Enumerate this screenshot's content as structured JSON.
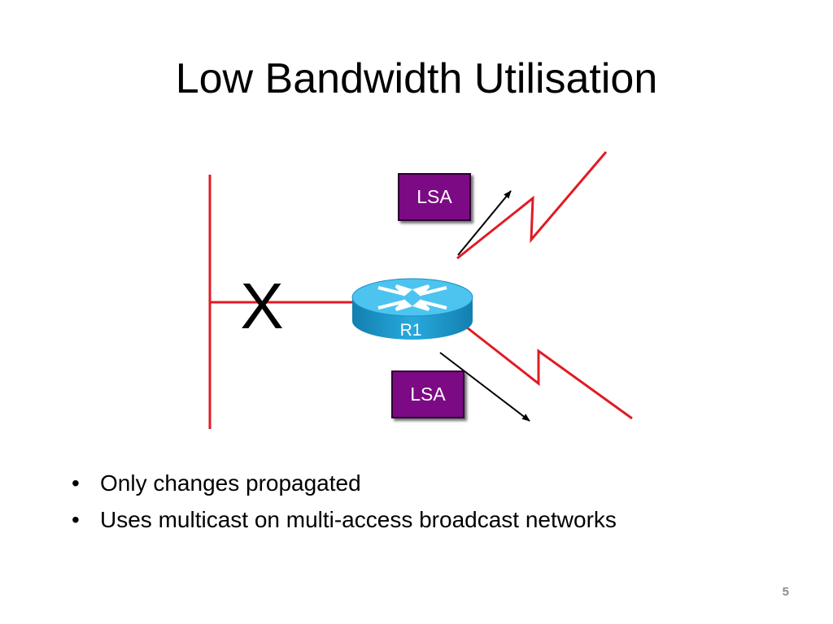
{
  "slide": {
    "title": "Low Bandwidth Utilisation",
    "page_number": "5"
  },
  "diagram": {
    "failed_link_mark": "X",
    "router_label": "R1",
    "lsa_upper_label": "LSA",
    "lsa_lower_label": "LSA",
    "colors": {
      "link": "#e01b24",
      "router_body": "#1fa3d6",
      "router_top": "#4cc4ef",
      "lsa_box": "#7b0a84",
      "arrow": "#000000"
    }
  },
  "bullets": [
    {
      "marker": "•",
      "text": "Only changes propagated"
    },
    {
      "marker": "•",
      "text": "Uses multicast on multi-access broadcast networks"
    }
  ]
}
